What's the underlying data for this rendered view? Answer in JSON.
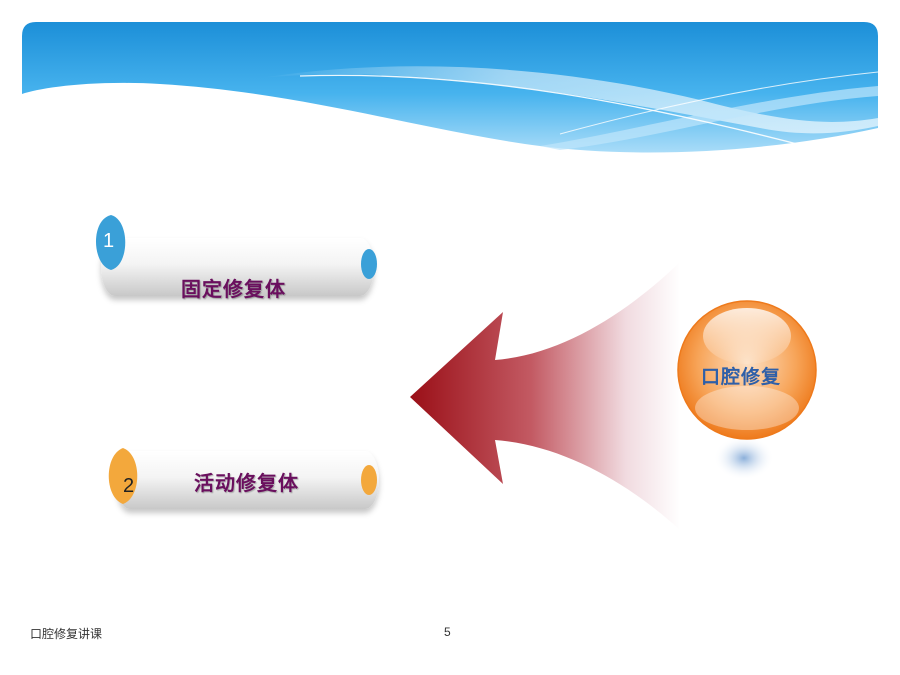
{
  "slide": {
    "items": [
      {
        "number": "1",
        "label": "固定修复体",
        "accent": "#3aa0d8"
      },
      {
        "number": "2",
        "label": "活动修复体",
        "accent": "#f3a83c"
      }
    ],
    "center": {
      "label": "口腔修复",
      "color": "#f48a2a"
    },
    "arrow_color": "#a3121f"
  },
  "footer": {
    "course_title": "口腔修复讲课",
    "page_number": "5"
  }
}
